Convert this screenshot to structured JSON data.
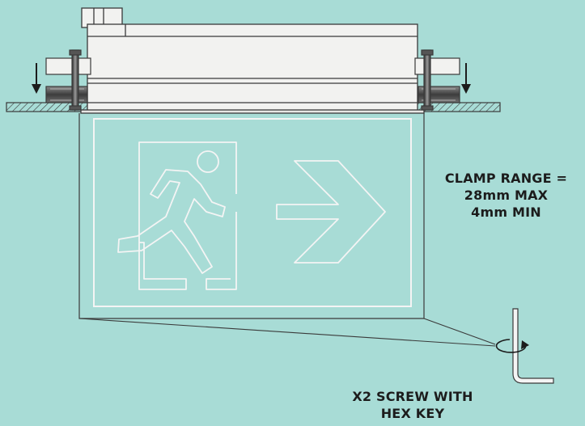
{
  "diagram": {
    "background_color": "#a8dcd6",
    "line_color": "#3a3a3a",
    "sign_outline_color": "#f4f4f4",
    "clamp_range": {
      "line1": "CLAMP RANGE =",
      "line2": "28mm MAX",
      "line3": "4mm MIN"
    },
    "screw_note": {
      "line1": "X2 SCREW WITH",
      "line2": "HEX KEY"
    },
    "icons": [
      "running-man-icon",
      "right-arrow-icon",
      "hex-key-icon",
      "rotation-arrow-icon",
      "down-arrow-icon"
    ]
  }
}
